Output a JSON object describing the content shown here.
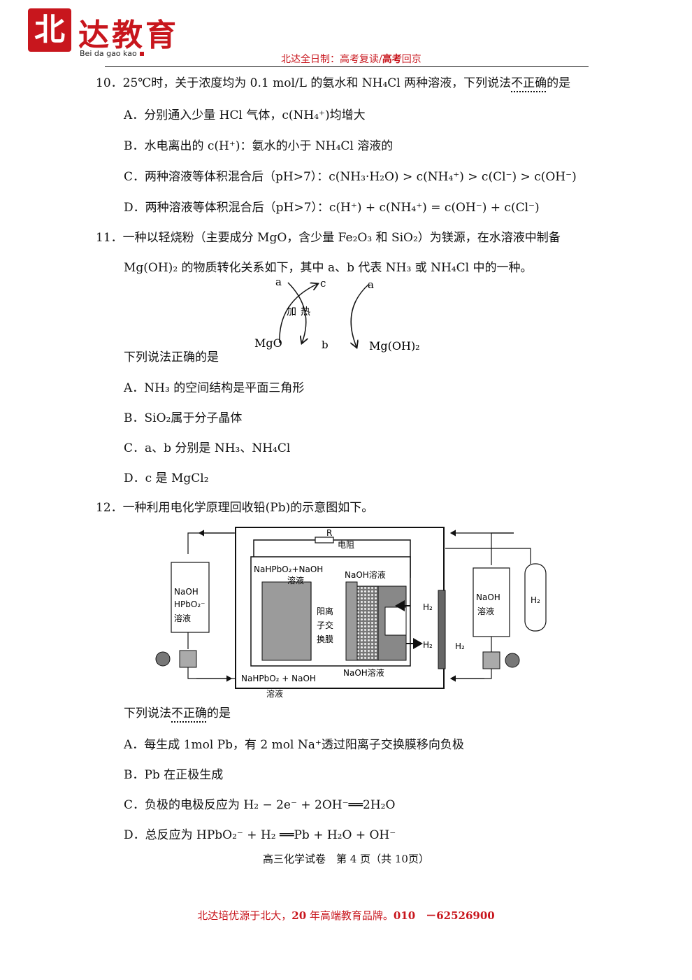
{
  "header": {
    "logo_char": "北",
    "brand_name": "达教育",
    "brand_pinyin": "Bei da gao kao",
    "slogan_prefix": "北达全日制：高考复读/",
    "slogan_bold": "高考",
    "slogan_suffix": "回京"
  },
  "q10": {
    "stem": "10．25℃时，关于浓度均为 0.1 mol/L 的氨水和 NH₄Cl 两种溶液，下列说法",
    "stem_emph": "不正确",
    "stem_end": "的是",
    "options": [
      "A．分别通入少量 HCl 气体，c(NH₄⁺)均增大",
      "B．水电离出的 c(H⁺)：氨水的小于 NH₄Cl 溶液的",
      "C．两种溶液等体积混合后（pH>7）：c(NH₃·H₂O) > c(NH₄⁺) > c(Cl⁻) > c(OH⁻)",
      "D．两种溶液等体积混合后（pH>7）：c(H⁺) + c(NH₄⁺) = c(OH⁻) + c(Cl⁻)"
    ]
  },
  "q11": {
    "stem_line1": "11．一种以轻烧粉（主要成分 MgO，含少量 Fe₂O₃ 和 SiO₂）为镁源，在水溶液中制备",
    "stem_line2": "Mg(OH)₂ 的物质转化关系如下，其中 a、b 代表 NH₃ 或 NH₄Cl 中的一种。",
    "diagram": {
      "a_in": "a",
      "c_out": "c",
      "heat": "加热",
      "mgo": "MgO",
      "b": "b",
      "a_out": "a",
      "product": "Mg(OH)₂"
    },
    "prompt": "下列说法正确的是",
    "options": [
      "A．NH₃ 的空间结构是平面三角形",
      "B．SiO₂属于分子晶体",
      "C．a、b 分别是 NH₃、NH₄Cl",
      "D．c 是 MgCl₂"
    ]
  },
  "q12": {
    "stem": "12．一种利用电化学原理回收铅(Pb)的示意图如下。",
    "diagram": {
      "resistor_label": "R",
      "resistor_name": "电阻",
      "left_tank_l1": "NaOH",
      "left_tank_l2": "HPbO₂⁻",
      "left_tank_l3": "溶液",
      "top_left_l1": "NaHPbO₂+NaOH",
      "top_left_l2": "溶液",
      "top_right": "NaOH溶液",
      "membrane_l1": "阳离",
      "membrane_l2": "子交",
      "membrane_l3": "换膜",
      "h2_in": "H₂",
      "h2_out": "H₂",
      "h2_return": "H₂",
      "bottom_left_l1": "NaHPbO₂ + NaOH",
      "bottom_left_l2": "溶液",
      "bottom_right": "NaOH溶液",
      "right_tank_l1": "NaOH",
      "right_tank_l2": "溶液",
      "cylinder": "H₂"
    },
    "prompt_pre": "下列说法",
    "prompt_emph": "不正确",
    "prompt_end": "的是",
    "options": [
      "A．每生成 1mol Pb，有 2 mol Na⁺透过阳离子交换膜移向负极",
      "B．Pb 在正极生成",
      "C．负极的电极反应为 H₂ − 2e⁻ + 2OH⁻══2H₂O",
      "D．总反应为 HPbO₂⁻ + H₂ ══Pb + H₂O + OH⁻"
    ]
  },
  "footer": {
    "page": "高三化学试卷　第 4 页（共 10页）",
    "ad_pre": "北达培优源于北大，",
    "ad_bold1": "20",
    "ad_mid": " 年高端教育品牌。",
    "ad_bold2": "010　－62526900"
  }
}
